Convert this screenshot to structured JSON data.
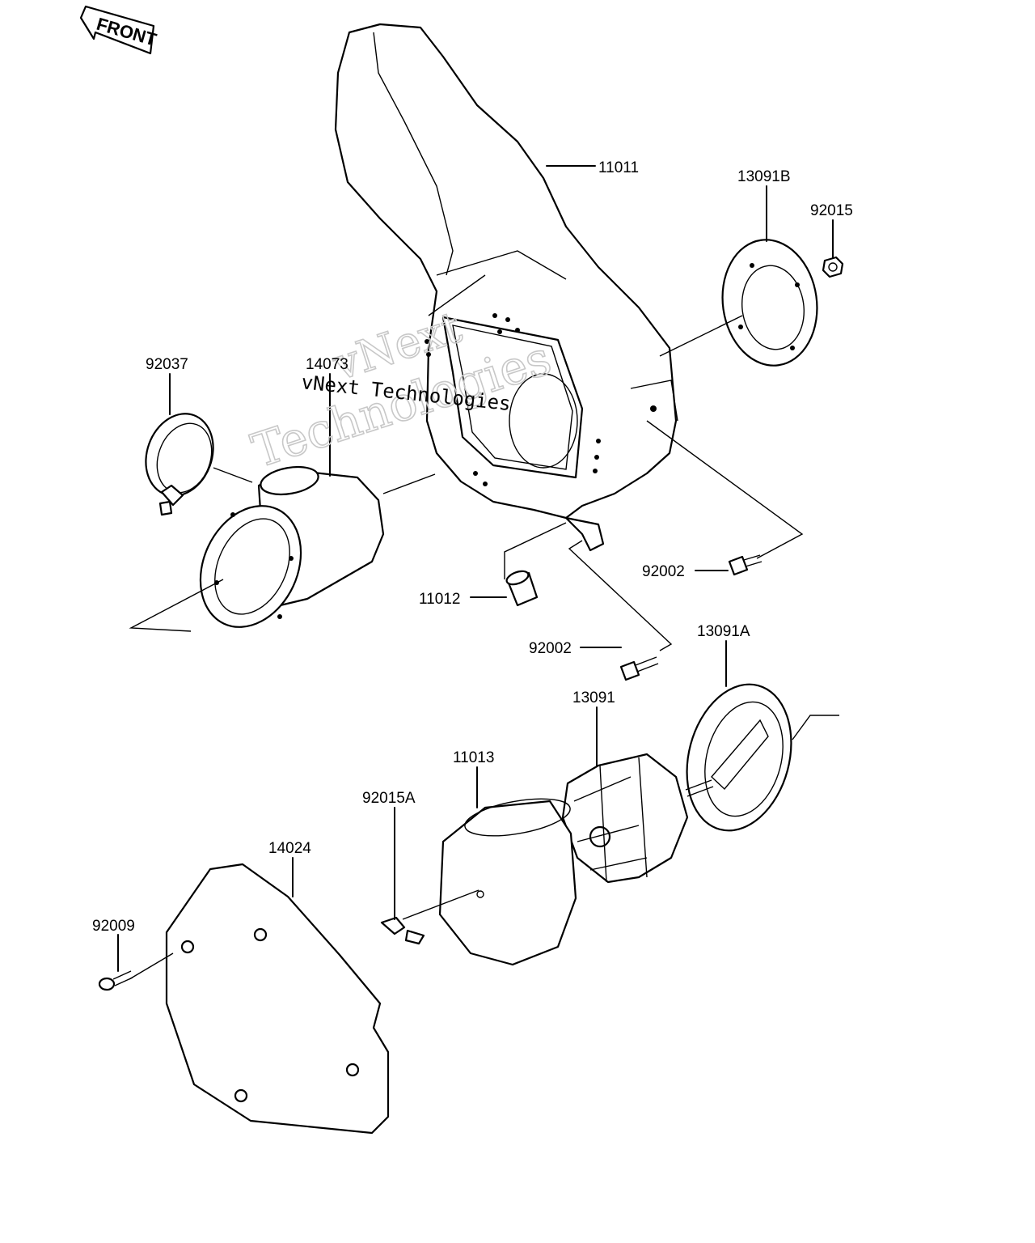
{
  "front_tag": "FRONT",
  "watermark": {
    "outline_line1": "vNext",
    "outline_line2": "Technologies",
    "solid": "vNext Technologies"
  },
  "callouts": [
    {
      "id": "11011",
      "text": "11011"
    },
    {
      "id": "13091B",
      "text": "13091B"
    },
    {
      "id": "92015",
      "text": "92015"
    },
    {
      "id": "92037",
      "text": "92037"
    },
    {
      "id": "14073",
      "text": "14073"
    },
    {
      "id": "92002a",
      "text": "92002"
    },
    {
      "id": "11012",
      "text": "11012"
    },
    {
      "id": "92002b",
      "text": "92002"
    },
    {
      "id": "13091A",
      "text": "13091A"
    },
    {
      "id": "13091",
      "text": "13091"
    },
    {
      "id": "11013",
      "text": "11013"
    },
    {
      "id": "92015A",
      "text": "92015A"
    },
    {
      "id": "14024",
      "text": "14024"
    },
    {
      "id": "92009",
      "text": "92009"
    }
  ]
}
